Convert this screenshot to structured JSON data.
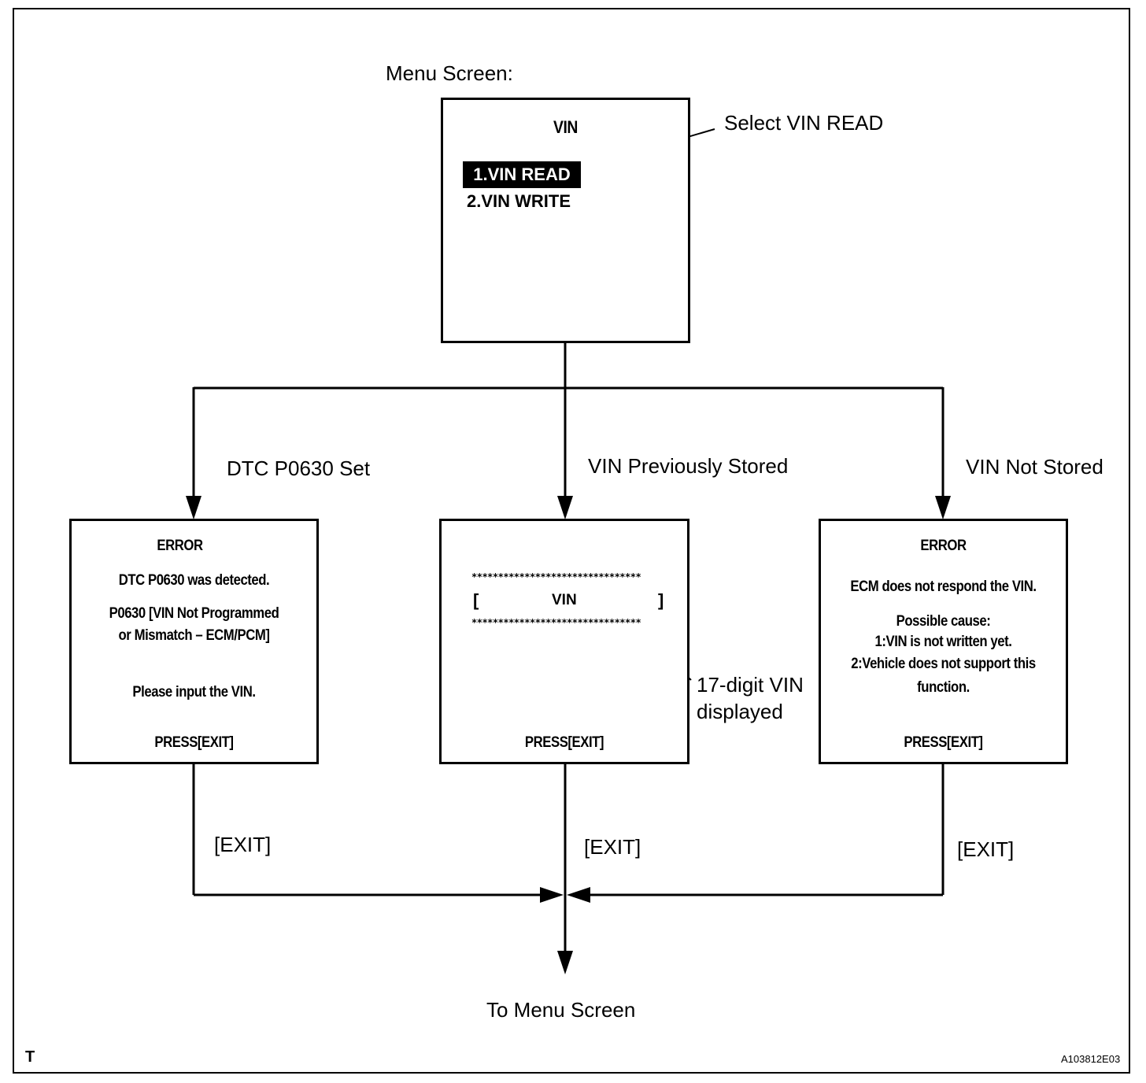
{
  "menu": {
    "caption": "Menu Screen:",
    "title": "VIN",
    "item1": "1.VIN READ",
    "item2": "2.VIN WRITE",
    "callout": "Select VIN READ"
  },
  "branches": {
    "left": "DTC P0630 Set",
    "center": "VIN Previously Stored",
    "right": "VIN Not Stored"
  },
  "screen_left": {
    "title": "ERROR",
    "line1": "DTC P0630 was detected.",
    "line2": "P0630  [VIN Not Programmed",
    "line3": "or Mismatch – ECM/PCM]",
    "line4": "Please input the VIN.",
    "footer": "PRESS[EXIT]"
  },
  "screen_center": {
    "stars": "********************************",
    "bracket_open": "[",
    "vin": "VIN",
    "bracket_close": "]",
    "footer": "PRESS[EXIT]",
    "callout_line1": "17-digit VIN",
    "callout_line2": "displayed"
  },
  "screen_right": {
    "title": "ERROR",
    "line1": "ECM does not respond the VIN.",
    "line2": "Possible cause:",
    "line3": "1:VIN is not written yet.",
    "line4": "2:Vehicle does not support this",
    "line5": "function.",
    "footer": "PRESS[EXIT]"
  },
  "exit_labels": {
    "left": "[EXIT]",
    "center": "[EXIT]",
    "right": "[EXIT]"
  },
  "destination": "To Menu Screen",
  "corner_mark": "T",
  "figure_id": "A103812E03"
}
